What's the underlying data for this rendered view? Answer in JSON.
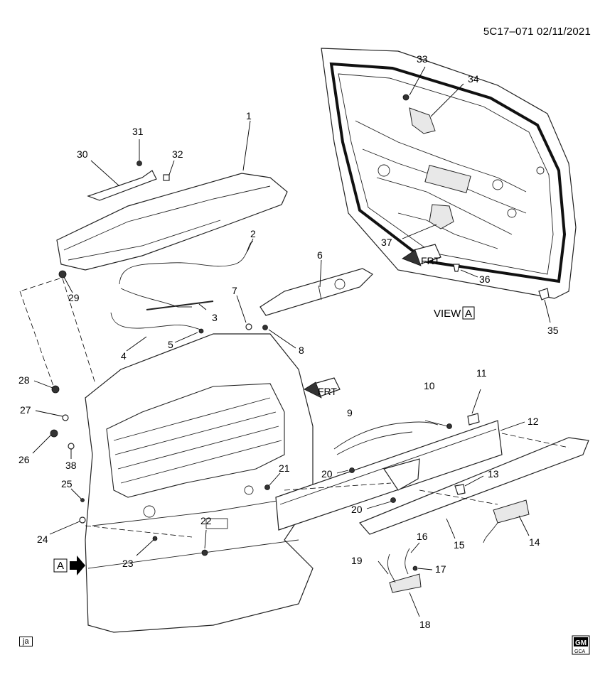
{
  "diagram_code": "5C17–071  02/11/2021",
  "view_label": "VIEW",
  "view_ref": "A",
  "arrow_ref": "A",
  "frt_label": "FRT",
  "author_tag": "ja",
  "gm_badge": {
    "top": "GM",
    "bottom": "GCA"
  },
  "callouts": {
    "c1": "1",
    "c2": "2",
    "c3": "3",
    "c4": "4",
    "c5": "5",
    "c6": "6",
    "c7": "7",
    "c8": "8",
    "c9": "9",
    "c10": "10",
    "c11": "11",
    "c12": "12",
    "c13": "13",
    "c14": "14",
    "c15": "15",
    "c16": "16",
    "c17": "17",
    "c18": "18",
    "c19": "19",
    "c20a": "20",
    "c20b": "20",
    "c21": "21",
    "c22": "22",
    "c23": "23",
    "c24": "24",
    "c25": "25",
    "c26": "26",
    "c27": "27",
    "c28": "28",
    "c29": "29",
    "c30": "30",
    "c31": "31",
    "c32": "32",
    "c33": "33",
    "c34": "34",
    "c35": "35",
    "c36": "36",
    "c37": "37",
    "c38": "38"
  }
}
